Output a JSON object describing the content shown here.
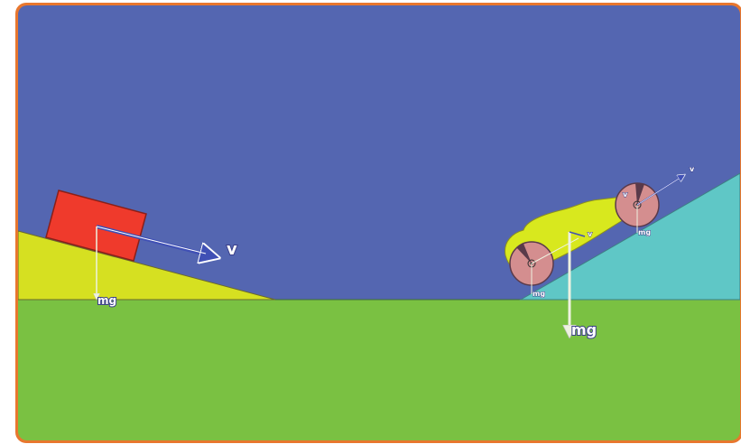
{
  "scene": {
    "colors": {
      "frame_border": "#e8772e",
      "sky": "#5466b1",
      "ground": "#7ac142",
      "left_ramp": "#d6e021",
      "right_ramp": "#5fc7c6",
      "block": "#ef3a2c",
      "car_body": "#d8e81e",
      "wheel": "#d48e8f",
      "velocity_arrow": "#4050b5",
      "gravity_arrow": "#ffffff"
    },
    "labels": {
      "block_velocity": "v",
      "block_gravity": "mg",
      "car_velocity": "v",
      "car_gravity": "mg",
      "rear_wheel_velocity": "v",
      "front_wheel_velocity": "v",
      "rear_wheel_gravity": "mg",
      "front_wheel_gravity": "mg"
    }
  }
}
